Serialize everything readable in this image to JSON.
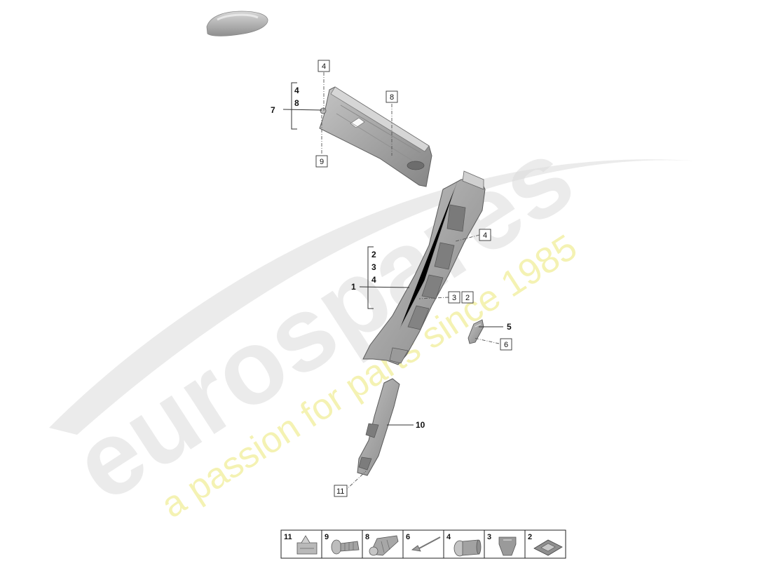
{
  "watermark": {
    "brand": "eurospares",
    "tagline": "a passion for parts since 1985"
  },
  "callouts": {
    "part_1": "1",
    "part_1_group": [
      "2",
      "3",
      "4"
    ],
    "part_7": "7",
    "part_7_group": [
      "4",
      "8"
    ],
    "part_5": "5",
    "part_10": "10",
    "box_4_top": "4",
    "box_8_top": "8",
    "box_9": "9",
    "box_4_right": "4",
    "box_3": "3",
    "box_2": "2",
    "box_6": "6",
    "box_11": "11"
  },
  "legend": {
    "items": [
      {
        "number": "11",
        "icon": "spring-clip-icon"
      },
      {
        "number": "9",
        "icon": "screw-rivet-icon"
      },
      {
        "number": "8",
        "icon": "expanding-clip-icon"
      },
      {
        "number": "6",
        "icon": "pin-icon"
      },
      {
        "number": "4",
        "icon": "grommet-icon"
      },
      {
        "number": "3",
        "icon": "push-clip-icon"
      },
      {
        "number": "2",
        "icon": "pad-icon"
      }
    ]
  },
  "colors": {
    "part_fill": "#a8a8a8",
    "part_shade": "#7d7d7d",
    "watermark_grey": "#dcdcdc",
    "watermark_yellow": "#f3f0a6"
  }
}
